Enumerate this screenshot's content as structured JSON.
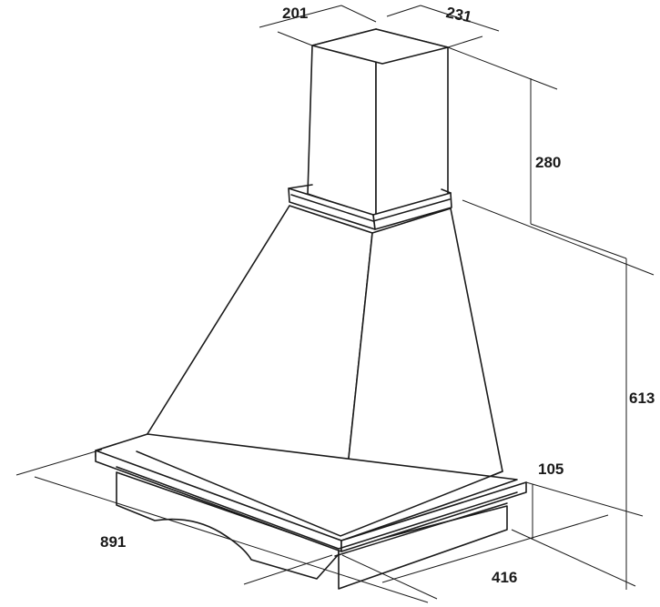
{
  "diagram": {
    "dimensions": {
      "chimney_width": "201",
      "chimney_depth": "231",
      "chimney_height": "280",
      "total_height": "613",
      "base_height": "105",
      "width": "891",
      "depth": "416"
    }
  }
}
